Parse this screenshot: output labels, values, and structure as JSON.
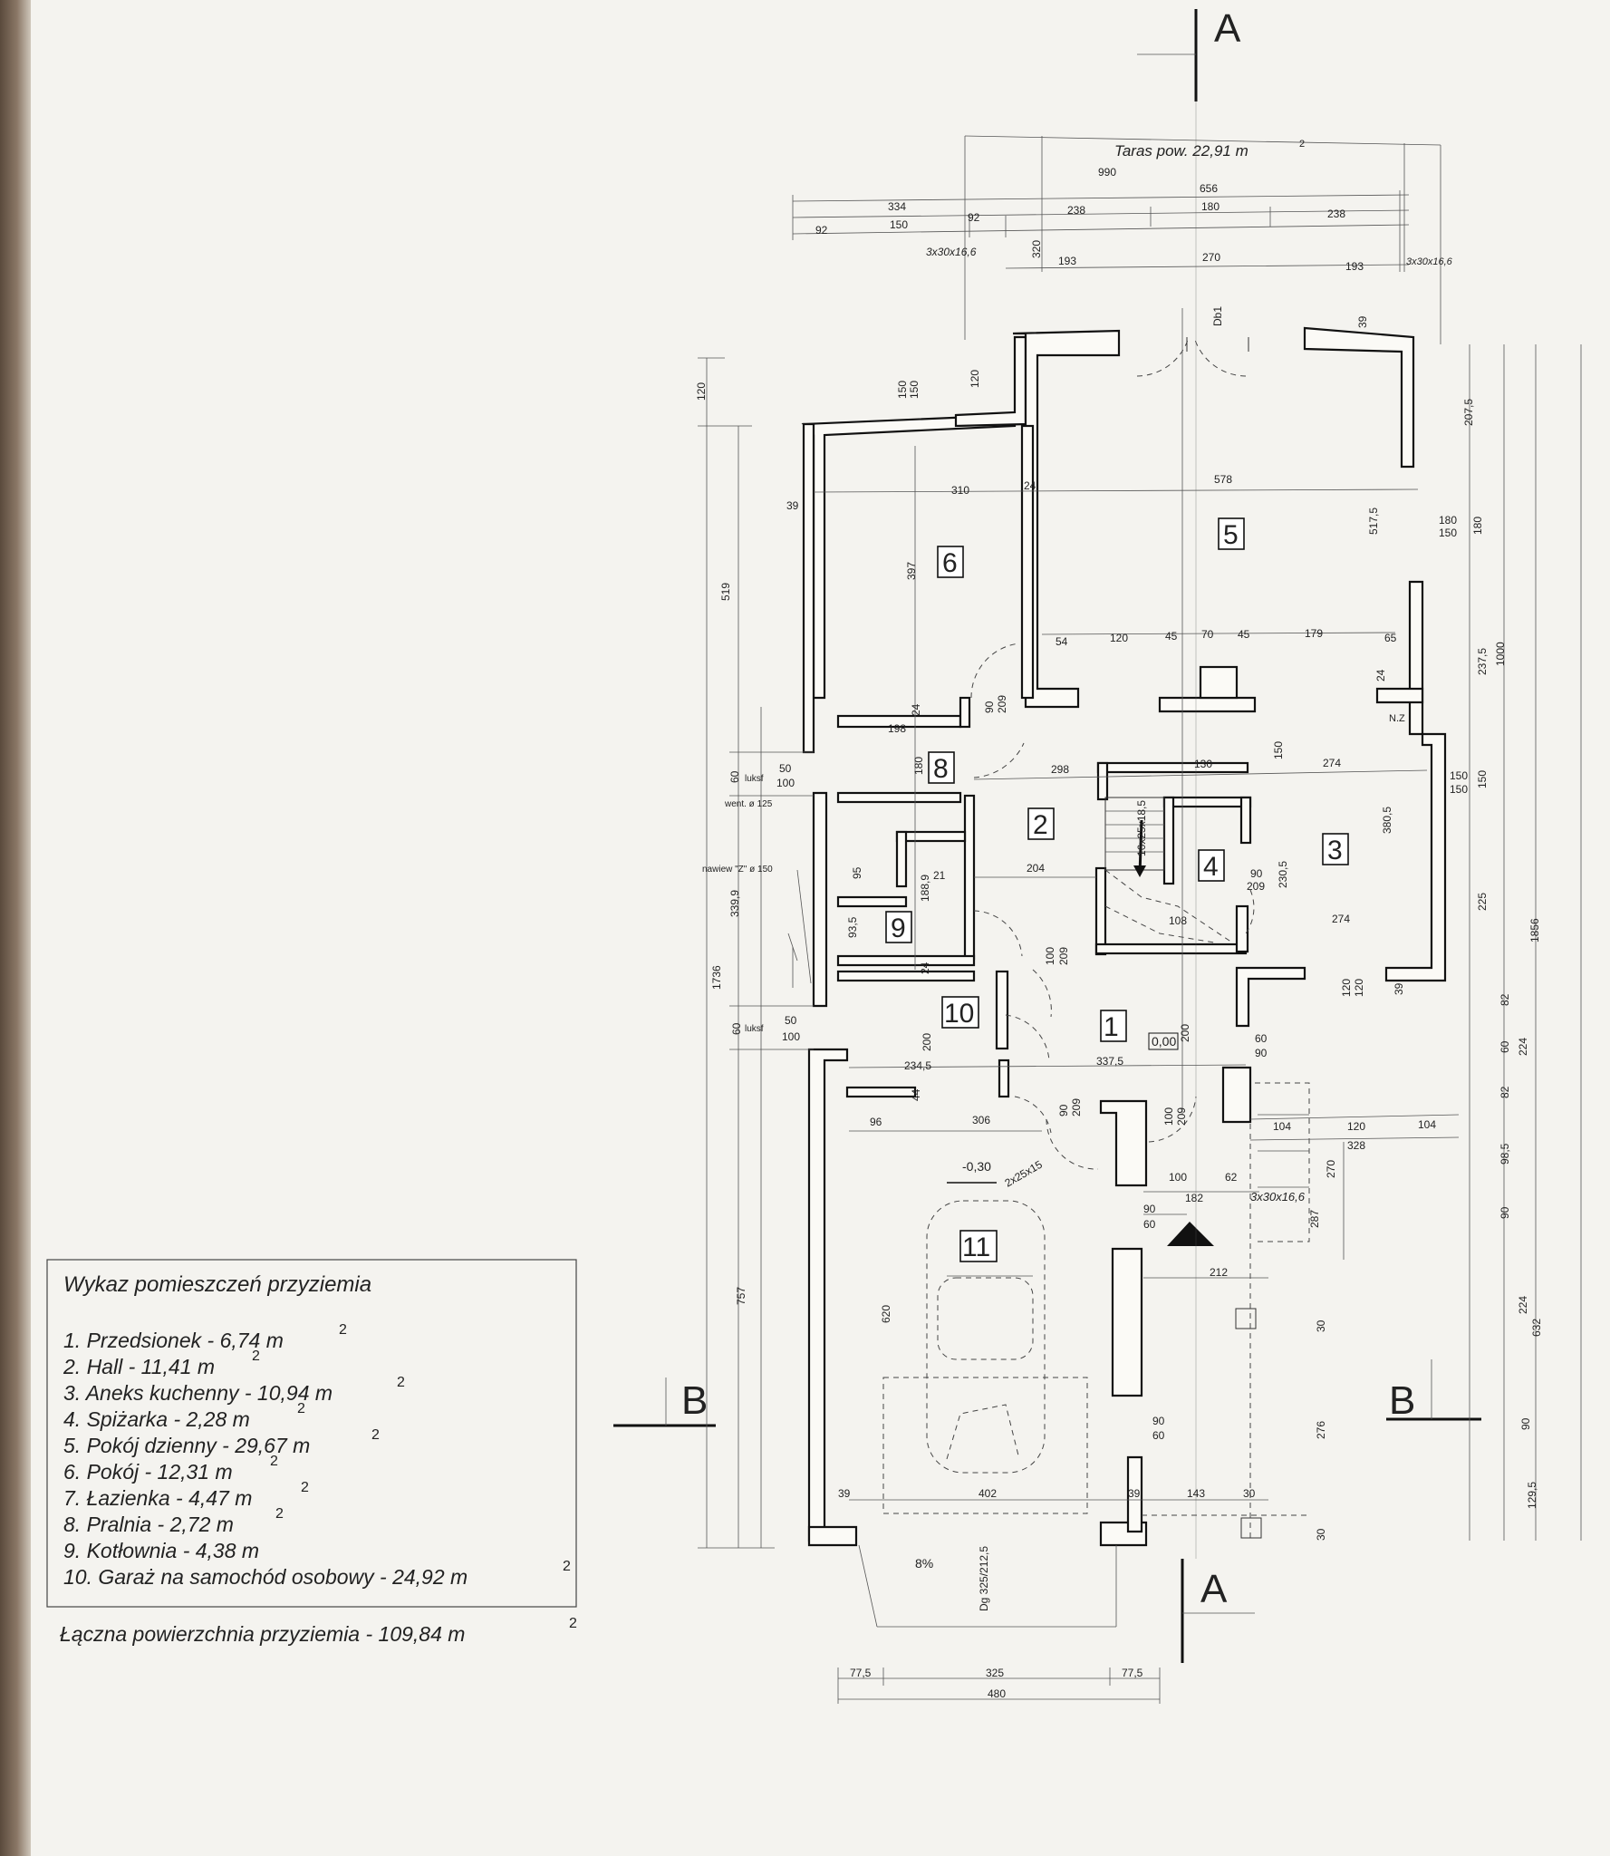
{
  "terrace_label": "Taras pow. 22,91 m",
  "terrace_sup": "2",
  "section_a": "A",
  "section_b": "B",
  "rooms": [
    "1",
    "2",
    "3",
    "4",
    "5",
    "6",
    "8",
    "9",
    "10",
    "11"
  ],
  "legend": {
    "title": "Wykaz pomieszczeń przyziemia",
    "items": [
      {
        "text": "1. Przedsionek - 6,74 m",
        "sup": "2"
      },
      {
        "text": "2. Hall - 11,41 m",
        "sup": "2"
      },
      {
        "text": "3. Aneks kuchenny - 10,94 m",
        "sup": "2"
      },
      {
        "text": "4. Spiżarka - 2,28 m",
        "sup": "2"
      },
      {
        "text": "5. Pokój dzienny - 29,67 m",
        "sup": "2"
      },
      {
        "text": "6. Pokój - 12,31 m",
        "sup": "2"
      },
      {
        "text": "7. Łazienka - 4,47 m",
        "sup": "2"
      },
      {
        "text": "8. Pralnia - 2,72 m",
        "sup": "2"
      },
      {
        "text": "9. Kotłownia - 4,38 m",
        "sup": ""
      },
      {
        "text": "10. Garaż na samochód osobowy - 24,92 m",
        "sup": "2"
      }
    ],
    "total": "Łączna powierzchnia przyziemia - 109,84 m",
    "total_sup": "2"
  },
  "annotations": {
    "stairs_terrace_left": "3x30x16,6",
    "stairs_terrace_right": "3x30x16,6",
    "stairs_inner": "16x25x18,5",
    "stairs_garage": "2x25x15",
    "stairs_entry": "3x30x16,6",
    "door_db1": "Db1",
    "level_000": "0,00",
    "level_030": "-0,30",
    "slope": "8%",
    "gate": "Dg 325/212,5",
    "luksf1": "luksf",
    "luksf2": "luksf",
    "went": "went. ø 125",
    "nawiew": "nawiew \"Z\" ø 150",
    "nz": "N.Z"
  },
  "dims_top": [
    "990",
    "656",
    "334",
    "238",
    "180",
    "238",
    "92",
    "150",
    "92",
    "320",
    "193",
    "270",
    "193",
    "39"
  ],
  "dims_interior": [
    "310",
    "24",
    "578",
    "397",
    "517,5",
    "54",
    "120",
    "45",
    "70",
    "45",
    "179",
    "65",
    "24",
    "198",
    "24",
    "180",
    "90",
    "209",
    "298",
    "130",
    "274",
    "150",
    "204",
    "108",
    "90",
    "209",
    "230,5",
    "380,5",
    "274",
    "188,9",
    "93,5",
    "95",
    "21",
    "24",
    "100",
    "209",
    "200",
    "234,5",
    "44",
    "96",
    "306",
    "337,5",
    "200",
    "90",
    "209",
    "100",
    "209",
    "60",
    "90",
    "104",
    "120",
    "104",
    "328",
    "100",
    "62",
    "182",
    "90",
    "60",
    "212",
    "270",
    "287",
    "30",
    "276",
    "30",
    "402",
    "39",
    "143",
    "30",
    "39",
    "620",
    "90",
    "60",
    "120",
    "120",
    "39",
    "180",
    "150",
    "150",
    "150",
    "50",
    "100",
    "50",
    "100"
  ],
  "dims_left": [
    "120",
    "519",
    "60",
    "339,9",
    "1736",
    "60",
    "757",
    "150",
    "150",
    "120",
    "39"
  ],
  "dims_right": [
    "207,5",
    "180",
    "237,5",
    "1000",
    "150",
    "225",
    "1856",
    "82",
    "60",
    "224",
    "82",
    "98,5",
    "90",
    "224",
    "632",
    "90",
    "129,5"
  ],
  "dims_bottom": [
    "77,5",
    "325",
    "77,5",
    "480"
  ]
}
